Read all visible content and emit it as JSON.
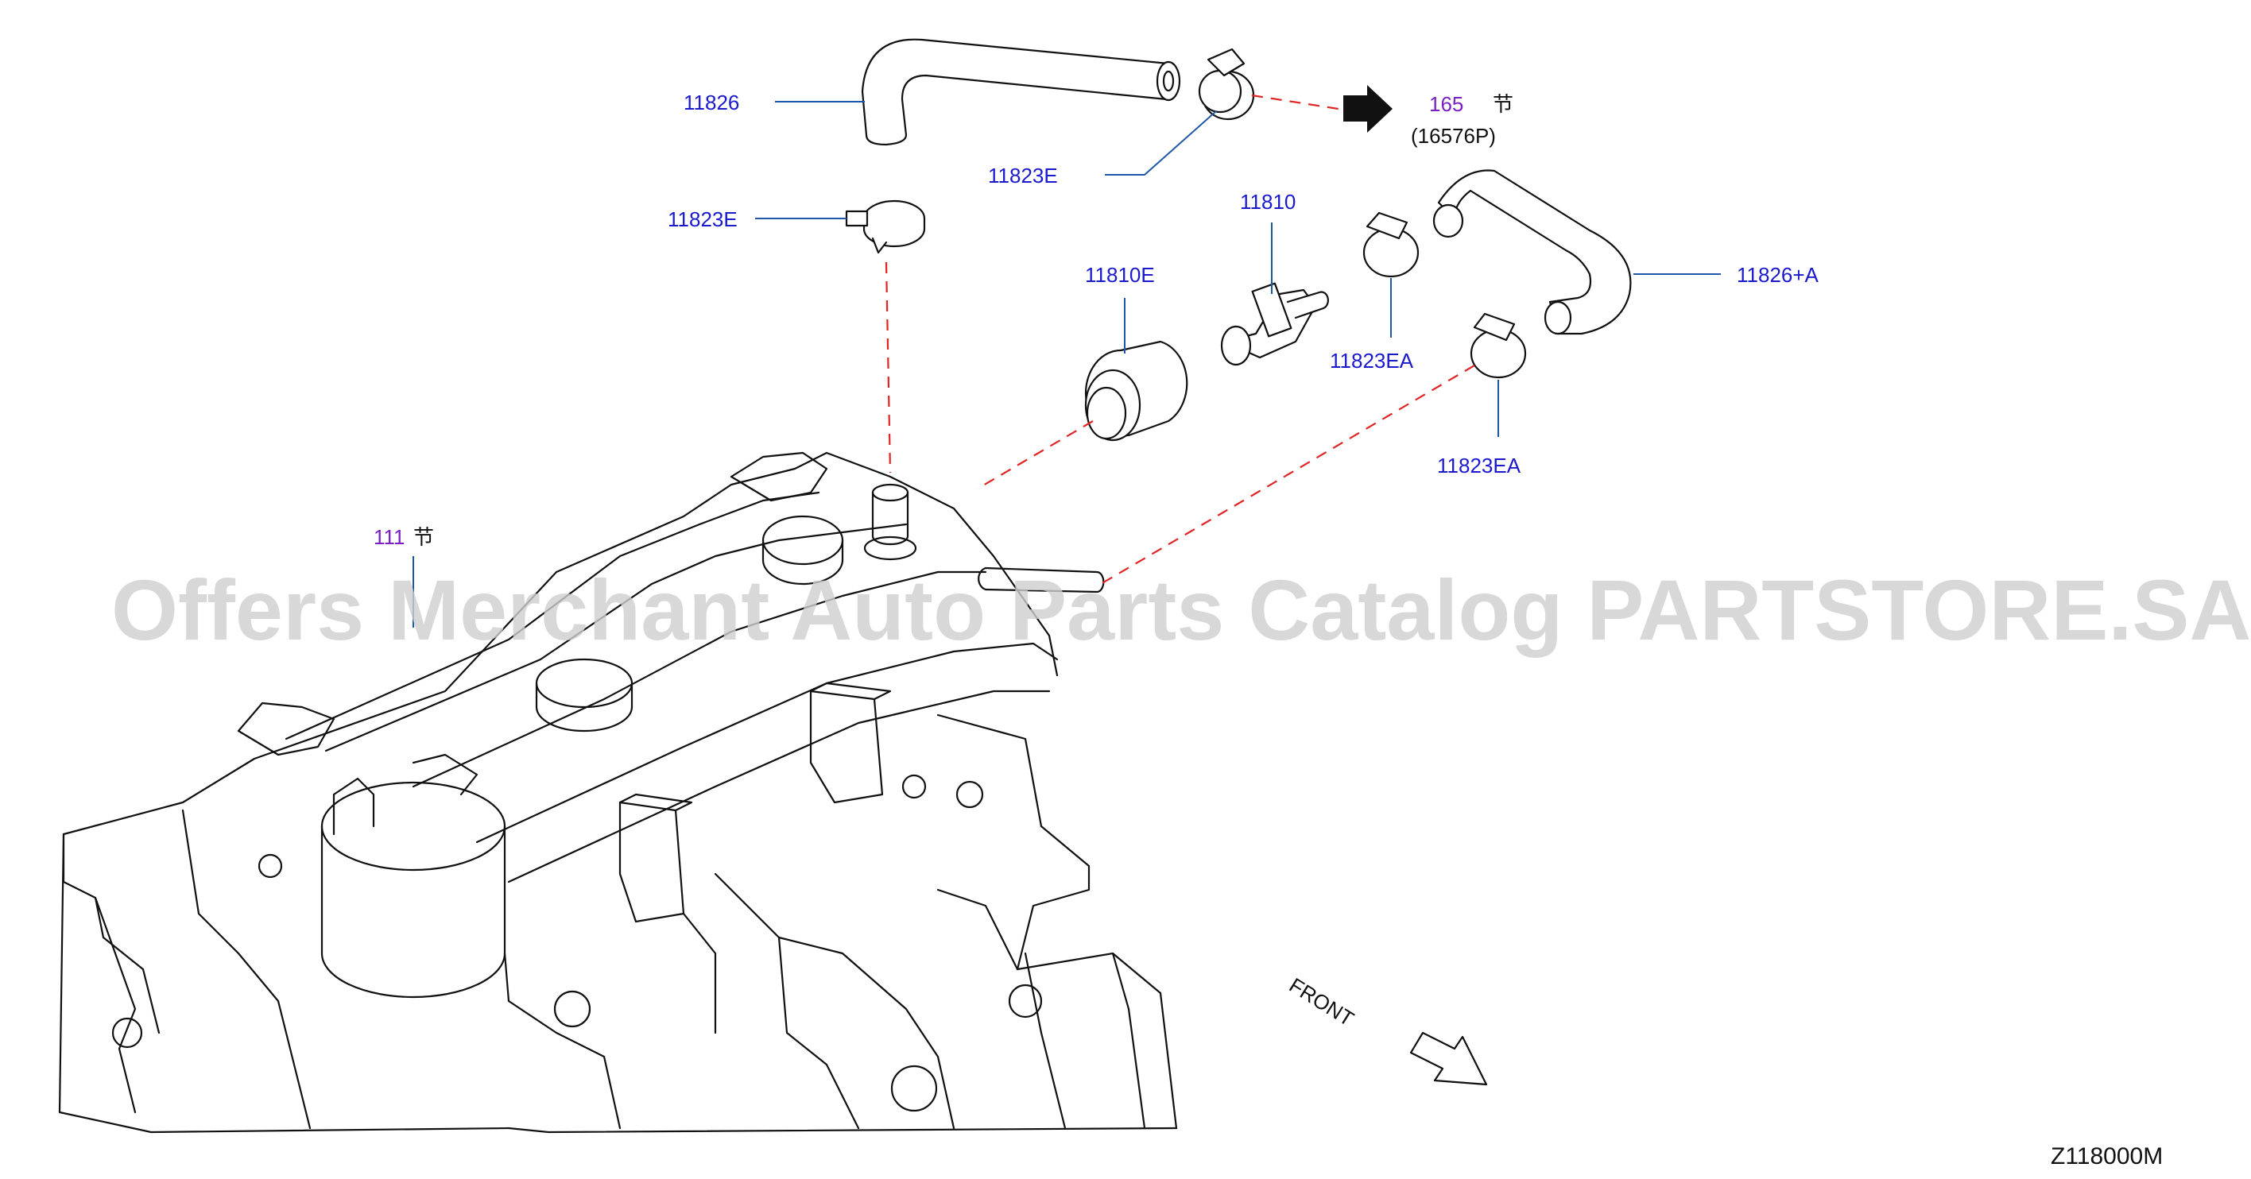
{
  "watermark": "Offers Merchant Auto Parts Catalog PARTSTORE.SA",
  "diagram_code": "Z118000M",
  "front_label": "FRONT",
  "callouts": {
    "hose_11826": "11826",
    "clamp_top": "11823E",
    "clamp_left": "11823E",
    "ref_165": "165",
    "ref_165_suffix": "节",
    "ref_16576p": "(16576P)",
    "valve_11810": "11810",
    "grommet_11810e": "11810E",
    "hose_11826a": "11826+A",
    "clamp_ea_upper": "11823EA",
    "clamp_ea_lower": "11823EA",
    "ref_111": "111",
    "ref_111_suffix": "节"
  },
  "colors": {
    "part_number": "#1a1acc",
    "section_ref": "#7a1fc2",
    "leader_line": "#1f57a8",
    "dashed_line": "#e02424"
  }
}
